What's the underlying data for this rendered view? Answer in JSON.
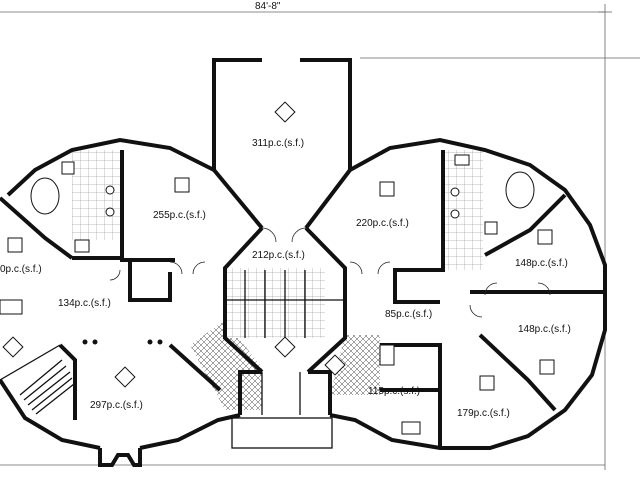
{
  "plan": {
    "overall_width": "84'-8\"",
    "rooms": {
      "room_311": "311p.c.(s.f.)",
      "room_255": "255p.c.(s.f.)",
      "room_220": "220p.c.(s.f.)",
      "room_212": "212p.c.(s.f.)",
      "room_240_partial": "0p.c.(s.f.)",
      "room_134": "134p.c.(s.f.)",
      "room_148_upper": "148p.c.(s.f.)",
      "room_85": "85p.c.(s.f.)",
      "room_148_lower": "148p.c.(s.f.)",
      "room_115": "115p.c.(s.f.)",
      "room_297": "297p.c.(s.f.)",
      "room_179": "179p.c.(s.f.)"
    }
  }
}
